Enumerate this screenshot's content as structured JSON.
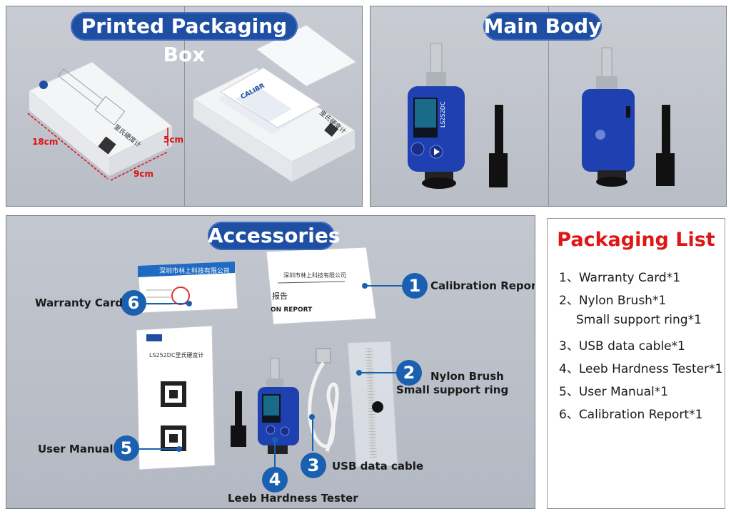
{
  "sections": {
    "packaging": "Printed Packaging Box",
    "main_body": "Main Body",
    "accessories": "Accessories"
  },
  "box_dims": {
    "length": "18cm",
    "width": "9cm",
    "height": "5cm"
  },
  "callouts": [
    {
      "num": "1",
      "label": "Calibration Report"
    },
    {
      "num": "2",
      "label": "Nylon Brush",
      "label2": "Small support ring"
    },
    {
      "num": "3",
      "label": "USB data cable"
    },
    {
      "num": "4",
      "label": "Leeb Hardness Tester"
    },
    {
      "num": "5",
      "label": "User Manual"
    },
    {
      "num": "6",
      "label": "Warranty Card"
    }
  ],
  "packaging_list": {
    "title": "Packaging List",
    "items": [
      "1、Warranty Card*1",
      "2、Nylon Brush*1",
      "Small support ring*1",
      "3、USB data cable*1",
      "4、Leeb Hardness Tester*1",
      "5、User Manual*1",
      "6、Calibration Report*1"
    ]
  },
  "printed_text": {
    "company": "深圳市林上科技有限公司",
    "report_cn": "报告",
    "report_en": "ON REPORT",
    "manual_title": "LS252DC里氏硬度计",
    "device_model": "LS252DC",
    "box_title": "里氏硬度计"
  },
  "colors": {
    "pill": "#1f4fa3",
    "badge": "#1a60b0",
    "list_title": "#e01515"
  }
}
